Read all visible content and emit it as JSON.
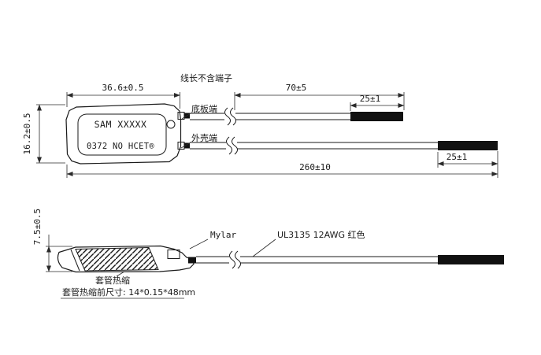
{
  "colors": {
    "line": "#1a1a1a",
    "dimension": "#2a2a2a",
    "background": "#ffffff",
    "wire_tip": "#111111"
  },
  "top_view": {
    "note_wire_length": "线长不含端子",
    "dim_body_width": "36.6±0.5",
    "dim_body_height": "16.2±0.5",
    "dim_free_wire": "70±5",
    "dim_strip_top": "25±1",
    "dim_total": "260±10",
    "dim_strip_bottom": "25±1",
    "label_board_end": "底板端",
    "label_shell_end": "外壳端",
    "marking_line1": "SAM  XXXXX",
    "marking_line2": "0372 NO HCET®"
  },
  "side_view": {
    "dim_thickness": "7.5±0.5",
    "label_mylar": "Mylar",
    "label_wire_spec": "UL3135 12AWG 红色",
    "label_sleeve": "套管热缩",
    "label_sleeve_size": "套管热缩前尺寸: 14*0.15*48mm"
  }
}
